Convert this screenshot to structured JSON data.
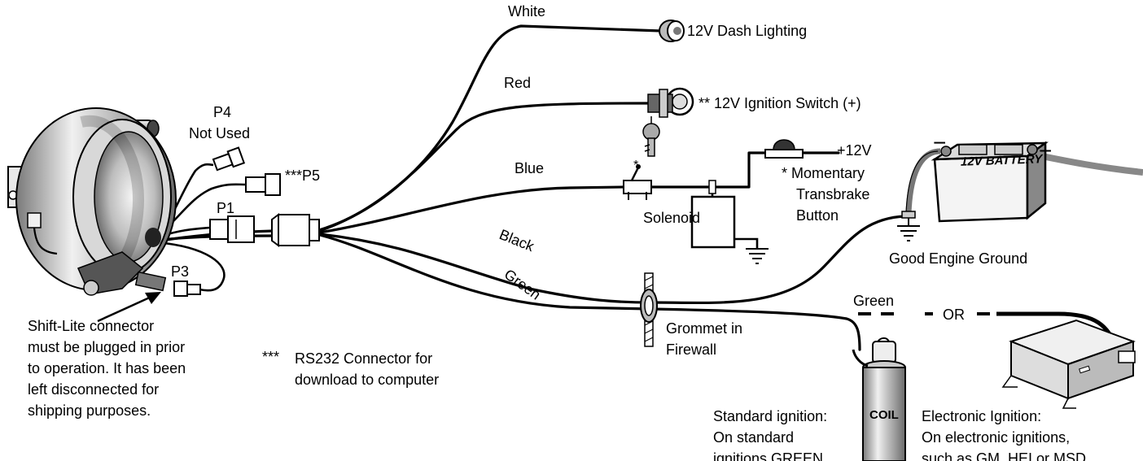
{
  "wires": {
    "white": "White",
    "red": "Red",
    "blue": "Blue",
    "black": "Black",
    "green": "Green",
    "green_coil": "Green"
  },
  "components": {
    "dash_lighting": "12V Dash Lighting",
    "ignition_switch": "** 12V Ignition Switch (+)",
    "plus_12v": "+12V",
    "momentary_line1": "* Momentary",
    "momentary_line2": "Transbrake",
    "momentary_line3": "Button",
    "switch_star": "*",
    "solenoid": "Solenoid",
    "battery_label": "12V BATTERY",
    "battery_minus": "−",
    "battery_plus": "+",
    "engine_ground": "Good Engine Ground",
    "grommet_line1": "Grommet in",
    "grommet_line2": "Firewall",
    "or": "OR",
    "coil_label": "COIL"
  },
  "connectors": {
    "p4_line1": "P4",
    "p4_line2": "Not Used",
    "p5": "***P5",
    "p1": "P1",
    "p3": "P3"
  },
  "notes": {
    "shift_lite": [
      "Shift-Lite connector",
      "must be plugged in prior",
      "to operation. It has been",
      "left disconnected for",
      "shipping purposes."
    ],
    "rs232_star": "***",
    "rs232": [
      "RS232 Connector for",
      "download to computer"
    ],
    "standard_ignition": [
      "Standard ignition:",
      "On standard",
      "ignitions GREEN"
    ],
    "electronic_ignition": [
      "Electronic Ignition:",
      "On electronic ignitions,",
      "such as GM, HEI or MSD,"
    ]
  },
  "colors": {
    "ink": "#000000",
    "paper": "#ffffff",
    "metal_light": "#e6e6e6",
    "metal_mid": "#b0b0b0",
    "metal_dark": "#555555"
  }
}
